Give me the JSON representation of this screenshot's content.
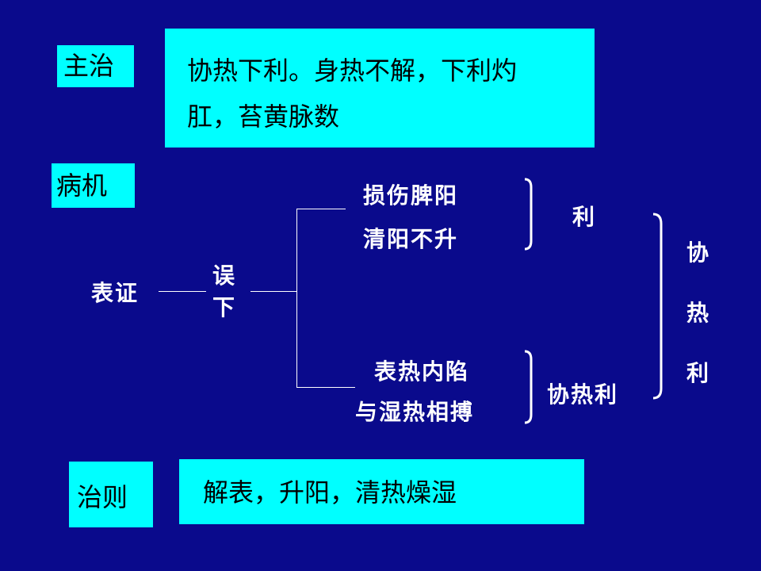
{
  "main": {
    "label": "主治",
    "line1": "协热下利。身热不解，下利灼",
    "line2": "肛，苔黄脉数"
  },
  "mechanism": {
    "label": "病机",
    "root": "表证",
    "wu": "误",
    "xia": "下",
    "upper_line1": "损伤脾阳",
    "upper_line2": "清阳不升",
    "upper_result": "利",
    "lower_line1": "表热内陷",
    "lower_line2": "与湿热相搏",
    "lower_result": "协热利",
    "final_1": "协",
    "final_2": "热",
    "final_3": "利"
  },
  "treatment": {
    "label": "治则",
    "text": "解表，升阳，清热燥湿"
  }
}
